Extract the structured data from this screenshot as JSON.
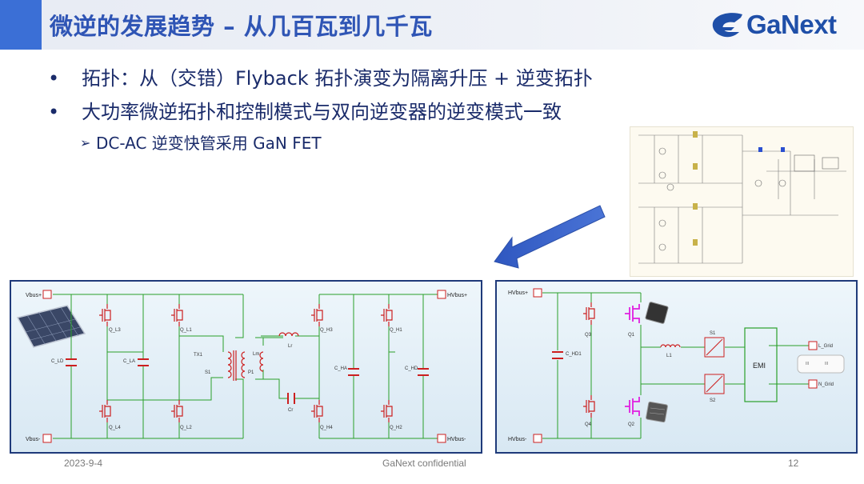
{
  "header": {
    "title": "微逆的发展趋势 – 从几百瓦到几千瓦",
    "logo_text": "GaNext"
  },
  "bullets": [
    "拓扑：从（交错）Flyback 拓扑演变为隔离升压 + 逆变拓扑",
    "大功率微逆拓扑和控制模式与双向逆变器的逆变模式一致"
  ],
  "sub_bullet": "DC-AC 逆变快管采用 GaN FET",
  "bullet_glyph": "•",
  "sub_glyph": "➢",
  "left_circuit": {
    "vbus_plus": "Vbus+",
    "vbus_minus": "Vbus-",
    "hvbus_plus": "HVbus+",
    "hvbus_minus": "HVbus-",
    "c_ld": "C_LD",
    "c_la": "C_LA",
    "c_ha": "C_HA",
    "c_hd": "C_HD",
    "q_l3": "Q_L3",
    "q_l1": "Q_L1",
    "q_l4": "Q_L4",
    "q_l2": "Q_L2",
    "q_h3": "Q_H3",
    "q_h1": "Q_H1",
    "q_h4": "Q_H4",
    "q_h2": "Q_H2",
    "tx1": "TX1",
    "s1": "S1",
    "p1": "P1",
    "lm": "Lm",
    "lr": "Lr",
    "cr": "Cr"
  },
  "right_circuit": {
    "hvbus_plus": "HVbus+",
    "hvbus_minus": "HVbus-",
    "c_hd1": "C_HD1",
    "q3": "Q3",
    "q1": "Q1",
    "q4": "Q4",
    "q2": "Q2",
    "l1": "L1",
    "s1": "S1",
    "s2": "S2",
    "emi": "EMI",
    "l_grid": "L_Grid",
    "n_grid": "N_Grid"
  },
  "footer": {
    "date": "2023-9-4",
    "confidential": "GaNext confidential",
    "page": "12"
  },
  "colors": {
    "accent": "#3b6fd6",
    "title": "#2f55b5",
    "text": "#1a2b6a",
    "wire": "#2aa02a",
    "component": "#cc1f1f",
    "panel_border": "#1f3a7a",
    "arrow": "#3a63c8"
  }
}
